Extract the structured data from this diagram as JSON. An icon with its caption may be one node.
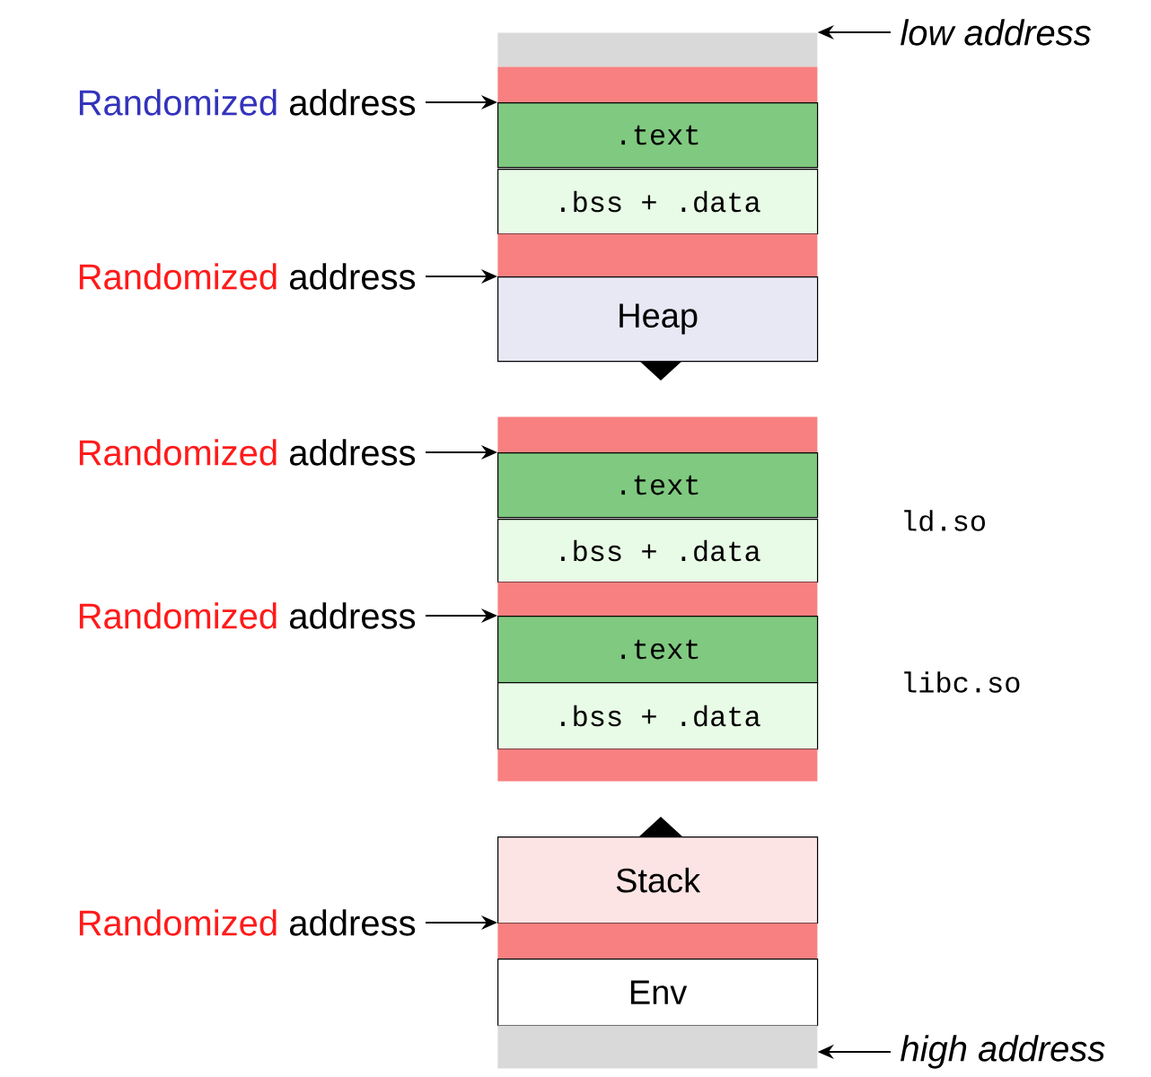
{
  "diagram": {
    "nodes": [
      {
        "text": [],
        "shape": "bar"
      },
      {
        "text": [],
        "shape": "bar"
      },
      {
        "text": [
          ".text"
        ]
      },
      {
        "text": [
          ".bss + .data"
        ]
      },
      {
        "text": [],
        "shape": "bar"
      },
      {
        "text": [
          "Heap"
        ]
      },
      {
        "text": [],
        "shape": "bar"
      },
      {
        "text": [
          ".text"
        ]
      },
      {
        "text": [
          ".bss + .data"
        ]
      },
      {
        "text": [],
        "shape": "bar"
      },
      {
        "text": [
          ".text"
        ]
      },
      {
        "text": [
          ".bss + .data"
        ]
      },
      {
        "text": [],
        "shape": "bar"
      },
      {
        "text": [
          "Stack"
        ]
      },
      {
        "text": [],
        "shape": "bar"
      },
      {
        "text": [
          "Env"
        ]
      },
      {
        "text": [],
        "shape": "bar"
      },
      {
        "text": [
          "low address"
        ]
      },
      {
        "text": [
          "Randomized",
          "address"
        ]
      },
      {
        "text": [
          "Randomized",
          "address"
        ]
      },
      {
        "text": [
          "Randomized",
          "address"
        ]
      },
      {
        "text": [
          "Randomized",
          "address"
        ]
      },
      {
        "text": [
          "Randomized",
          "address"
        ]
      },
      {
        "text": [
          "high address"
        ]
      }
    ],
    "edges": [
      {
        "from": 17,
        "to": 0,
        "arrow": "to"
      },
      {
        "from": 18,
        "to": 2,
        "arrow": "to"
      },
      {
        "from": 19,
        "to": 5,
        "arrow": "to"
      },
      {
        "from": 20,
        "to": 7,
        "arrow": "to"
      },
      {
        "from": 21,
        "to": 10,
        "arrow": "to"
      },
      {
        "from": 22,
        "to": 13,
        "arrow": "to"
      },
      {
        "from": 23,
        "to": 16,
        "arrow": "to"
      }
    ],
    "labels": [
      "ld.so",
      "libc.so"
    ]
  }
}
